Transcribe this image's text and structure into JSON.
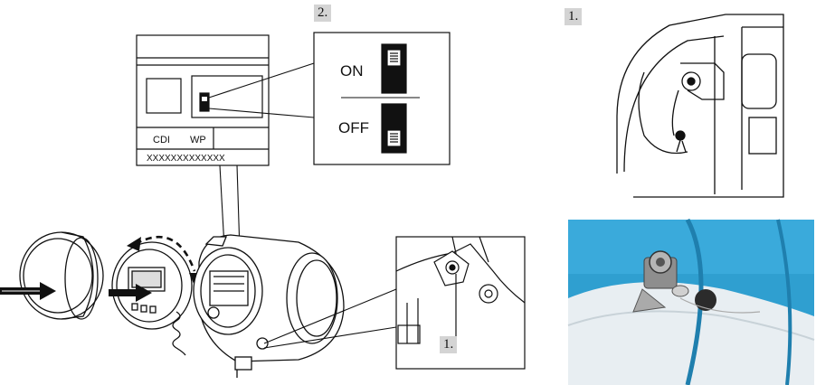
{
  "steps": {
    "step2": "2.",
    "step1_top": "1.",
    "step1_detail": "1."
  },
  "module": {
    "cdi_label": "CDI",
    "wp_label": "WP",
    "serial": "XXXXXXXXXXXXX"
  },
  "switch": {
    "on_label": "ON",
    "off_label": "OFF"
  },
  "colors": {
    "photo_blue": "#2f9fd0",
    "photo_light": "#e8eef2",
    "badge_gray": "#d4d4d4"
  }
}
